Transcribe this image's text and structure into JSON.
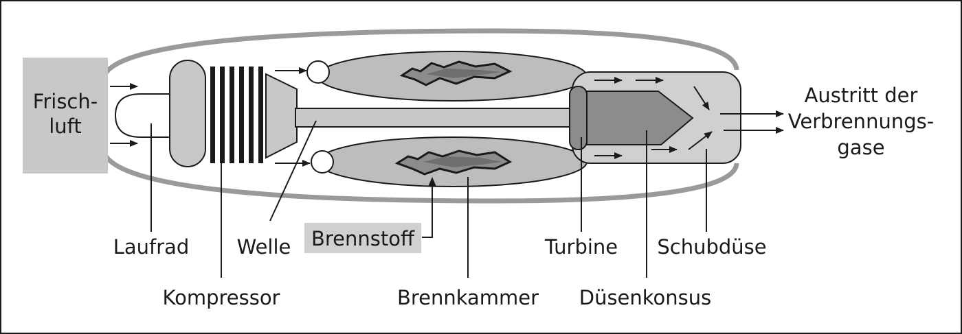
{
  "diagram": {
    "labels": {
      "frischluft_line1": "Frisch-",
      "frischluft_line2": "luft",
      "austritt_line1": "Austritt der",
      "austritt_line2": "Verbrennungs-",
      "austritt_line3": "gase",
      "laufrad": "Laufrad",
      "welle": "Welle",
      "brennstoff": "Brennstoff",
      "turbine": "Turbine",
      "schubduese": "Schubdüse",
      "kompressor": "Kompressor",
      "brennkammer": "Brennkammer",
      "duesenkonsus": "Düsenkonsus"
    },
    "colors": {
      "stroke": "#1a1a1a",
      "light_fill": "#c8c8c8",
      "chamber_fill": "#bdbdbd",
      "dark_fill": "#8c8c8c",
      "casing": "#9a9a9a",
      "white": "#ffffff"
    }
  }
}
